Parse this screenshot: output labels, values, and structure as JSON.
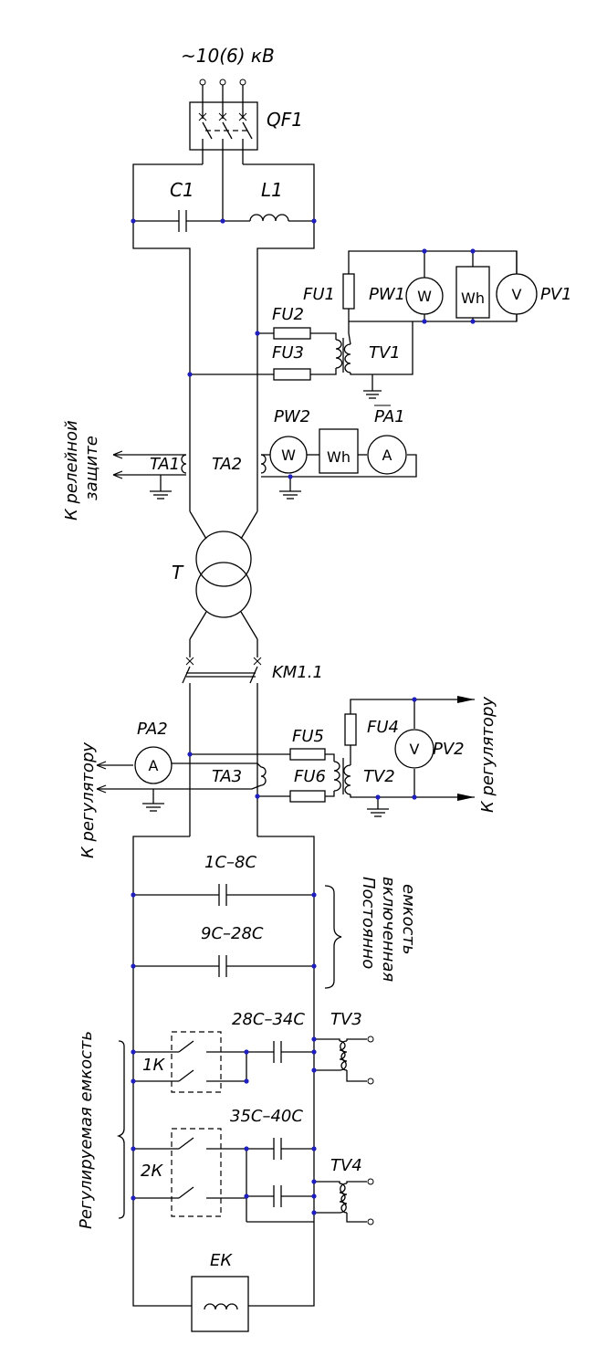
{
  "labels": {
    "supply": "~10(6) кВ",
    "qf1": "QF1",
    "c1": "C1",
    "l1": "L1",
    "fu1": "FU1",
    "pw1": "PW1",
    "pv1": "PV1",
    "fu2": "FU2",
    "fu3": "FU3",
    "tv1": "TV1",
    "pw2": "PW2",
    "pa1": "PA1",
    "ta1": "TA1",
    "ta2": "TA2",
    "relay_line1": "К релейной",
    "relay_line2": "защите",
    "t": "T",
    "km11": "KM1.1",
    "pa2": "PA2",
    "fu4": "FU4",
    "pv2": "PV2",
    "fu5": "FU5",
    "fu6": "FU6",
    "ta3": "TA3",
    "tv2": "TV2",
    "reg_left": "К регулятору",
    "reg_right": "К регулятору",
    "c_1_8": "1С–8С",
    "c_9_28": "9С–28С",
    "const_line1": "Постоянно",
    "const_line2": "включенная",
    "const_line3": "емкость",
    "c_28_34": "28С–34С",
    "tv3": "TV3",
    "k1": "1К",
    "c_35_40": "35С–40С",
    "tv4": "TV4",
    "k2": "2К",
    "regulated": "Регулируемая емкость",
    "ek": "ЕК"
  },
  "meters": {
    "w": "W",
    "wh": "Wh",
    "v": "V",
    "a": "A"
  }
}
